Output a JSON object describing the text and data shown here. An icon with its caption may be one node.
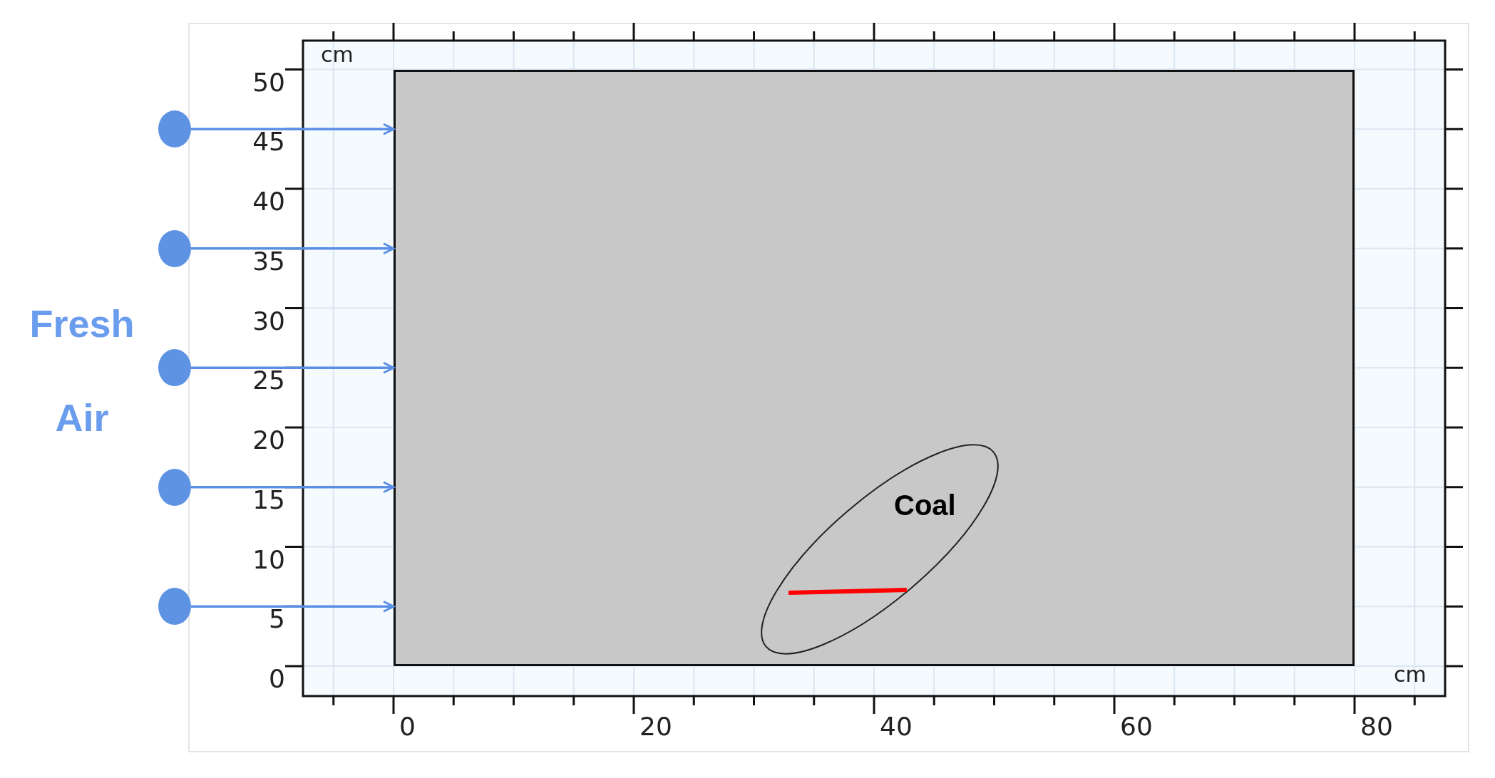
{
  "diagram": {
    "nodes": [
      {
        "text": [],
        "shape": "circle"
      },
      {
        "text": [],
        "shape": "circle"
      },
      {
        "text": [],
        "shape": "circle"
      },
      {
        "text": [],
        "shape": "circle"
      },
      {
        "text": [],
        "shape": "circle"
      },
      {
        "text": [],
        "shape": "box"
      },
      {
        "text": [
          "Coal"
        ],
        "in": 5
      },
      {
        "text": [],
        "shape": "line",
        "in": 6
      }
    ],
    "edges": [
      {
        "from": 0,
        "to": 5,
        "arrow": "to"
      },
      {
        "from": 1,
        "to": 5,
        "arrow": "to"
      },
      {
        "from": 2,
        "to": 5,
        "arrow": "to"
      },
      {
        "from": 3,
        "to": 5,
        "arrow": "to"
      },
      {
        "from": 4,
        "to": 5,
        "arrow": "to"
      }
    ],
    "labels": [
      "Fresh Air",
      "cm",
      "50",
      "45",
      "40",
      "35",
      "30",
      "25",
      "20",
      "15",
      "10",
      "5",
      "0",
      "0",
      "20",
      "40",
      "60",
      "80",
      "cm"
    ]
  }
}
